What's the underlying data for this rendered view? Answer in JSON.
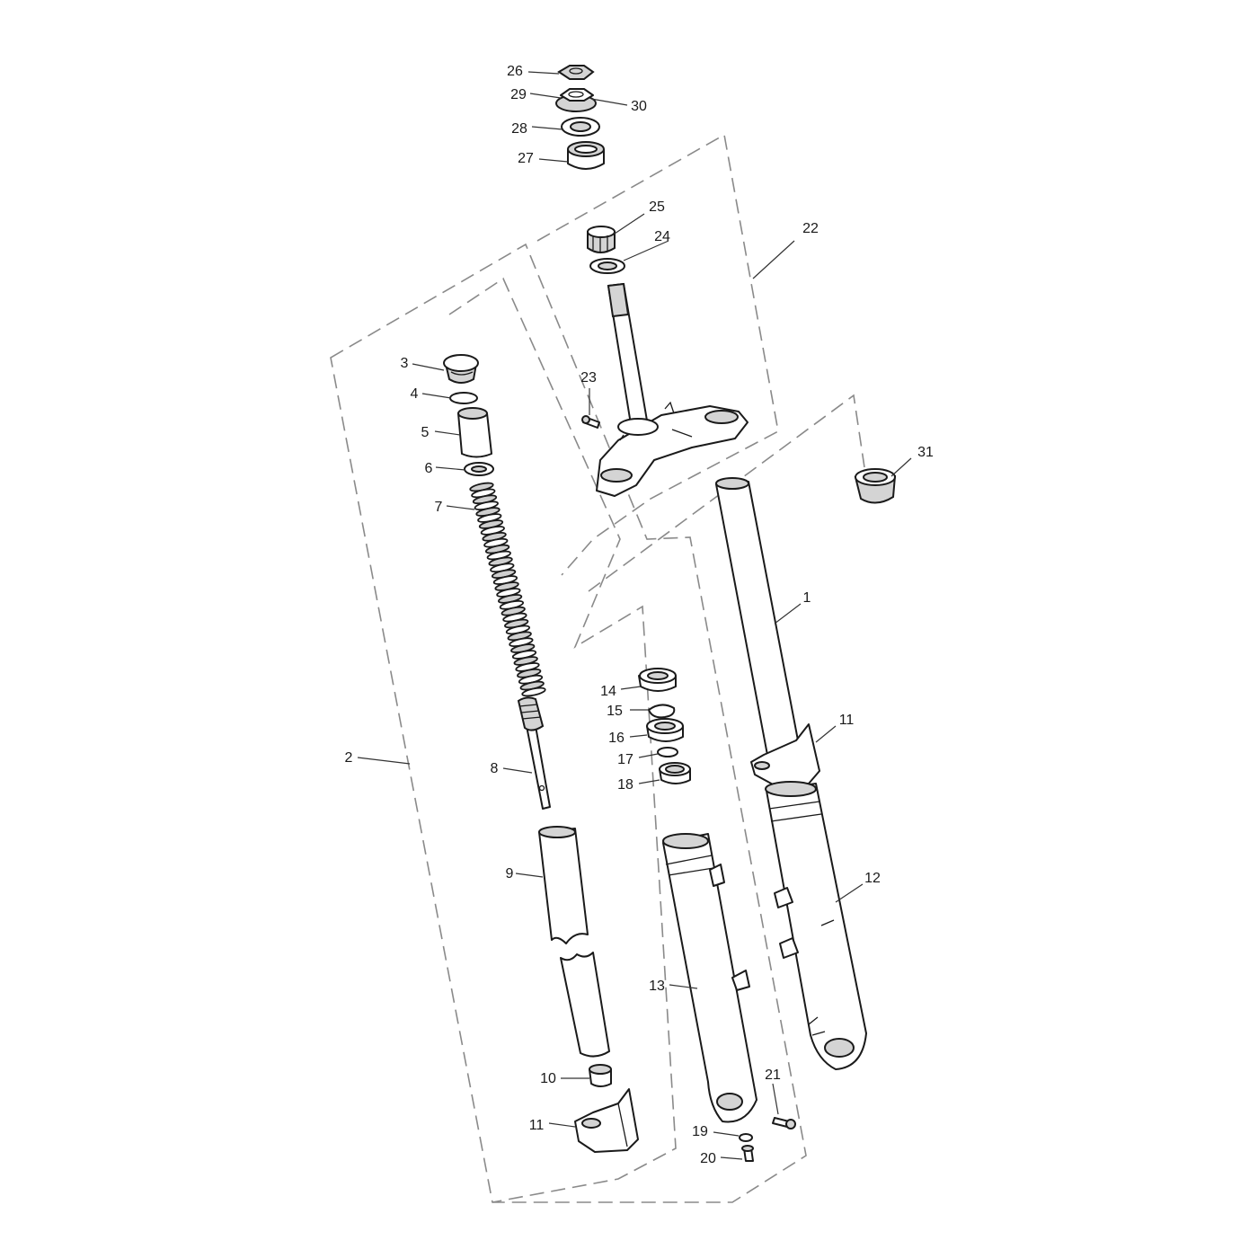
{
  "diagram": {
    "callouts": [
      {
        "id": "c1",
        "text": "1"
      },
      {
        "id": "c2",
        "text": "2"
      },
      {
        "id": "c3",
        "text": "3"
      },
      {
        "id": "c4",
        "text": "4"
      },
      {
        "id": "c5",
        "text": "5"
      },
      {
        "id": "c6",
        "text": "6"
      },
      {
        "id": "c7",
        "text": "7"
      },
      {
        "id": "c8",
        "text": "8"
      },
      {
        "id": "c9",
        "text": "9"
      },
      {
        "id": "c10",
        "text": "10"
      },
      {
        "id": "c11a",
        "text": "11"
      },
      {
        "id": "c11b",
        "text": "11"
      },
      {
        "id": "c12",
        "text": "12"
      },
      {
        "id": "c13",
        "text": "13"
      },
      {
        "id": "c14",
        "text": "14"
      },
      {
        "id": "c15",
        "text": "15"
      },
      {
        "id": "c16",
        "text": "16"
      },
      {
        "id": "c17",
        "text": "17"
      },
      {
        "id": "c18",
        "text": "18"
      },
      {
        "id": "c19",
        "text": "19"
      },
      {
        "id": "c20",
        "text": "20"
      },
      {
        "id": "c21",
        "text": "21"
      },
      {
        "id": "c22",
        "text": "22"
      },
      {
        "id": "c23",
        "text": "23"
      },
      {
        "id": "c24",
        "text": "24"
      },
      {
        "id": "c25",
        "text": "25"
      },
      {
        "id": "c26",
        "text": "26"
      },
      {
        "id": "c27",
        "text": "27"
      },
      {
        "id": "c28",
        "text": "28"
      },
      {
        "id": "c29",
        "text": "29"
      },
      {
        "id": "c30",
        "text": "30"
      },
      {
        "id": "c31",
        "text": "31"
      }
    ]
  }
}
